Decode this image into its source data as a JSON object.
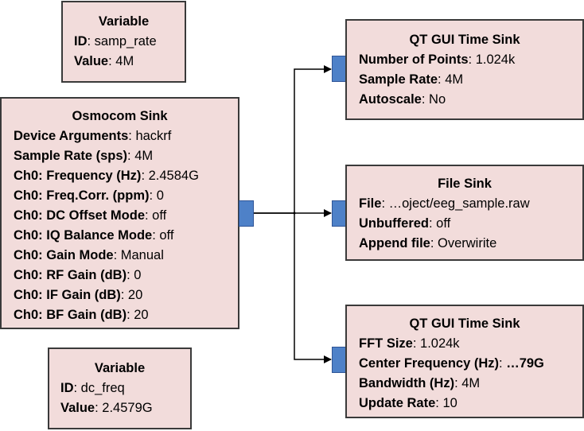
{
  "blocks": {
    "var_samp_rate": {
      "title": "Variable",
      "rows": [
        {
          "key": "ID",
          "value": "samp_rate",
          "bold_value": false
        },
        {
          "key": "Value",
          "value": "4M",
          "bold_value": false
        }
      ]
    },
    "osmocom_sink": {
      "title": "Osmocom Sink",
      "rows": [
        {
          "key": "Device Arguments",
          "value": "hackrf",
          "bold_value": false
        },
        {
          "key": "Sample Rate (sps)",
          "value": "4M",
          "bold_value": false
        },
        {
          "key": "Ch0: Frequency (Hz)",
          "value": "2.4584G",
          "bold_value": false
        },
        {
          "key": "Ch0: Freq.Corr. (ppm)",
          "value": "0",
          "bold_value": false
        },
        {
          "key": "Ch0: DC Offset Mode",
          "value": "off",
          "bold_value": false
        },
        {
          "key": "Ch0: IQ Balance Mode",
          "value": "off",
          "bold_value": false
        },
        {
          "key": "Ch0: Gain Mode",
          "value": "Manual",
          "bold_value": false
        },
        {
          "key": "Ch0: RF Gain (dB)",
          "value": "0",
          "bold_value": false
        },
        {
          "key": "Ch0: IF Gain (dB)",
          "value": "20",
          "bold_value": false
        },
        {
          "key": "Ch0: BF Gain (dB)",
          "value": "20",
          "bold_value": false
        }
      ]
    },
    "var_dc_freq": {
      "title": "Variable",
      "rows": [
        {
          "key": "ID",
          "value": "dc_freq",
          "bold_value": false
        },
        {
          "key": "Value",
          "value": "2.4579G",
          "bold_value": false
        }
      ]
    },
    "qt_time_sink": {
      "title": "QT GUI Time Sink",
      "rows": [
        {
          "key": "Number of Points",
          "value": "1.024k",
          "bold_value": false
        },
        {
          "key": "Sample Rate",
          "value": "4M",
          "bold_value": false
        },
        {
          "key": "Autoscale",
          "value": "No",
          "bold_value": false
        }
      ]
    },
    "file_sink": {
      "title": "File Sink",
      "rows": [
        {
          "key": "File",
          "value": "…oject/eeg_sample.raw",
          "bold_value": false
        },
        {
          "key": "Unbuffered",
          "value": "off",
          "bold_value": false
        },
        {
          "key": "Append file",
          "value": "Overwirite",
          "bold_value": false
        }
      ]
    },
    "qt_freq_sink": {
      "title": "QT GUI Time Sink",
      "rows": [
        {
          "key": "FFT Size",
          "value": "1.024k",
          "bold_value": false
        },
        {
          "key": "Center Frequency (Hz)",
          "value": "…79G",
          "bold_value": true
        },
        {
          "key": "Bandwidth (Hz)",
          "value": "4M",
          "bold_value": false
        },
        {
          "key": "Update Rate",
          "value": "10",
          "bold_value": false
        }
      ]
    }
  },
  "colors": {
    "block_fill": "#f2dcdb",
    "block_border": "#3a3a3a",
    "port_fill": "#4e81c8",
    "wire": "#000000"
  }
}
